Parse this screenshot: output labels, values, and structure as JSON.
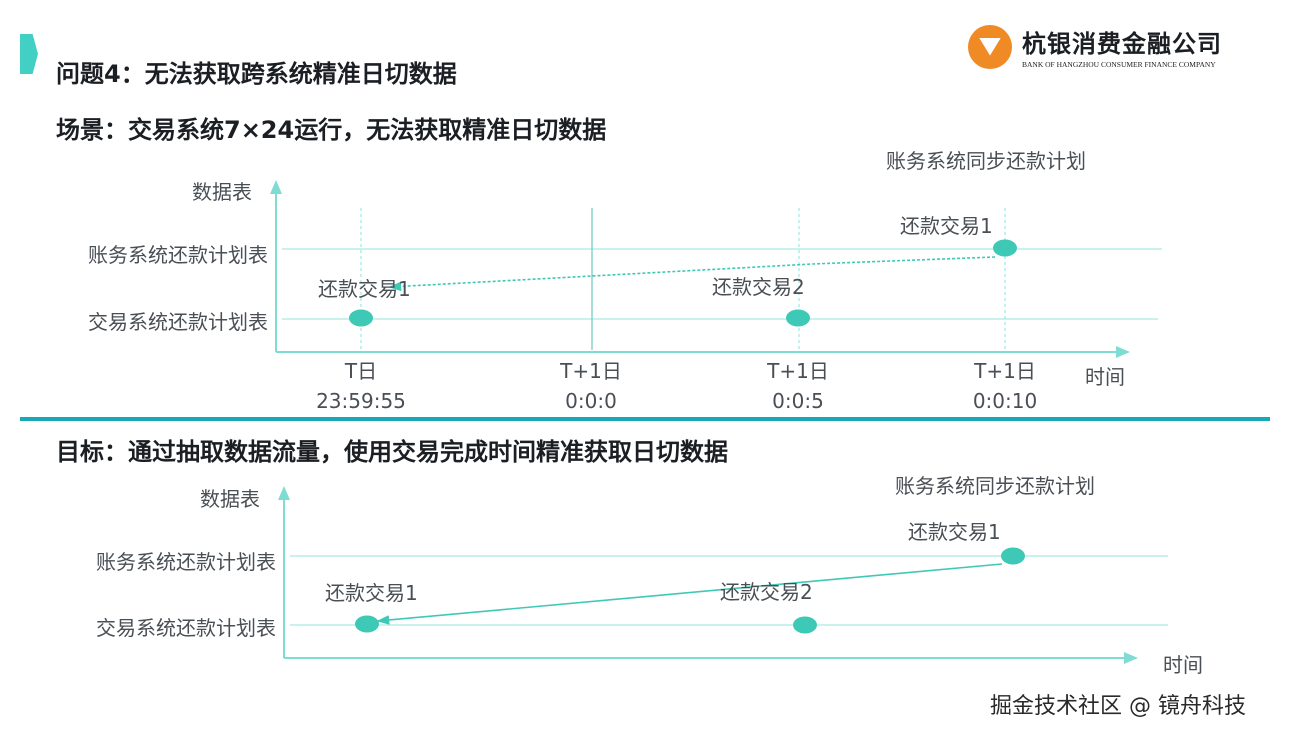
{
  "header": {
    "title": "问题4：无法获取跨系统精准日切数据",
    "logo_cn": "杭银消费金融公司",
    "logo_en": "BANK OF HANGZHOU CONSUMER FINANCE COMPANY"
  },
  "scene_text": "场景：交易系统7×24运行，无法获取精准日切数据",
  "goal_text": "目标：通过抽取数据流量，使用交易完成时间精准获取日切数据",
  "watermark": "掘金技术社区 @ 镜舟科技",
  "colors": {
    "accent": "#41d0c3",
    "divider": "#17a9b7",
    "node": "#3ec9b6",
    "line": "#9fe6de",
    "brand": "#f08a24"
  },
  "diagram_top": {
    "y_axis_label": "数据表",
    "x_axis_label": "时间",
    "sync_label": "账务系统同步还款计划",
    "rows": [
      "账务系统还款计划表",
      "交易系统还款计划表"
    ],
    "ticks": [
      {
        "line1": "T日",
        "line2": "23:59:55"
      },
      {
        "line1": "T+1日",
        "line2": "0:0:0"
      },
      {
        "line1": "T+1日",
        "line2": "0:0:5"
      },
      {
        "line1": "T+1日",
        "line2": "0:0:10"
      }
    ],
    "node_labels": [
      "还款交易1",
      "还款交易2",
      "还款交易1"
    ]
  },
  "diagram_bottom": {
    "y_axis_label": "数据表",
    "x_axis_label": "时间",
    "sync_label": "账务系统同步还款计划",
    "rows": [
      "账务系统还款计划表",
      "交易系统还款计划表"
    ],
    "node_labels": [
      "还款交易1",
      "还款交易2",
      "还款交易1"
    ]
  }
}
